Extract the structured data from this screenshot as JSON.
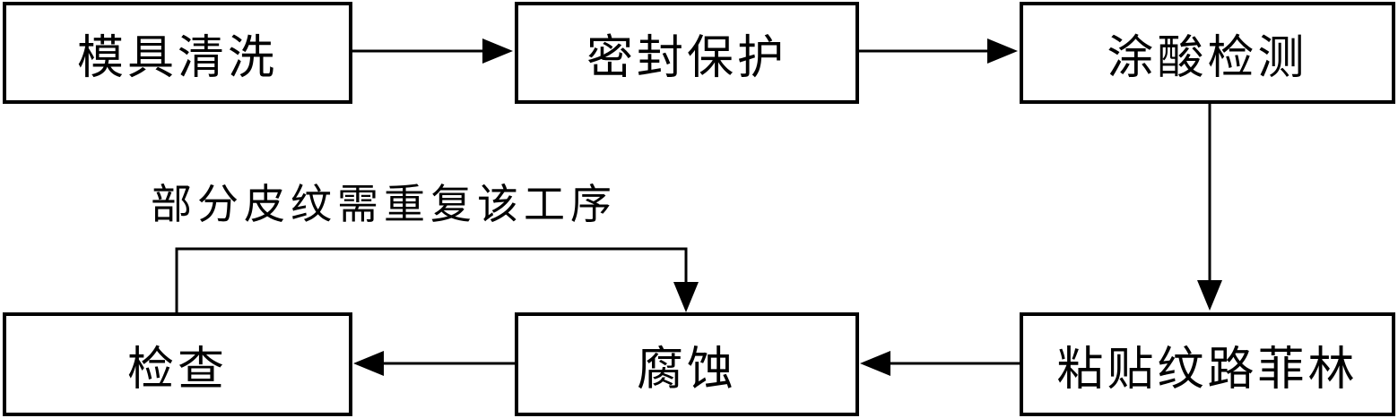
{
  "steps": [
    {
      "label": "模具清洗"
    },
    {
      "label": "密封保护"
    },
    {
      "label": "涂酸检测"
    },
    {
      "label": "粘贴纹路菲林"
    },
    {
      "label": "腐蚀"
    },
    {
      "label": "检查"
    }
  ],
  "loop_note": "部分皮纹需重复该工序",
  "colors": {
    "stroke": "#000000",
    "background": "#ffffff"
  }
}
